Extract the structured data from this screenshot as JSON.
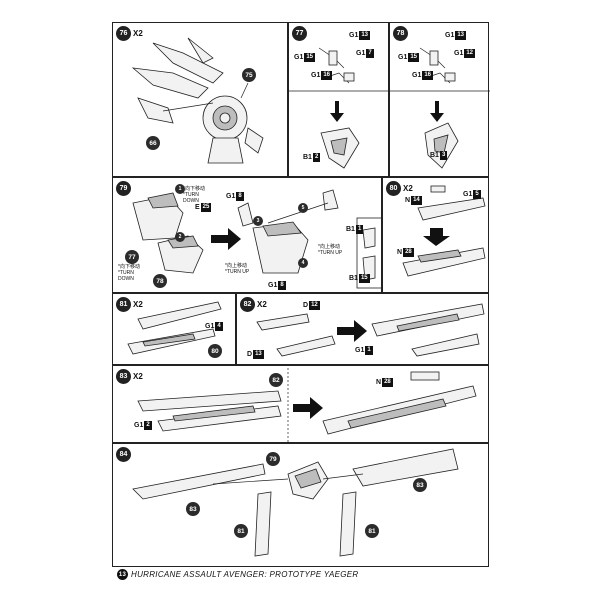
{
  "steps": {
    "s76": {
      "num": "76",
      "qty": "X2",
      "callouts": [
        "75",
        "66"
      ]
    },
    "s77": {
      "num": "77",
      "runners": [
        {
          "l": "G1",
          "n": "13"
        },
        {
          "l": "G1",
          "n": "7"
        },
        {
          "l": "G1",
          "n": "15"
        },
        {
          "l": "G1",
          "n": "16"
        },
        {
          "l": "B1",
          "n": "2"
        }
      ]
    },
    "s78": {
      "num": "78",
      "runners": [
        {
          "l": "G1",
          "n": "13"
        },
        {
          "l": "G1",
          "n": "12"
        },
        {
          "l": "G1",
          "n": "15"
        },
        {
          "l": "G1",
          "n": "16"
        },
        {
          "l": "B1",
          "n": "3"
        }
      ]
    },
    "s79": {
      "num": "79",
      "runners": [
        {
          "l": "E",
          "n": "25"
        },
        {
          "l": "G1",
          "n": "8"
        },
        {
          "l": "G1",
          "n": "8"
        },
        {
          "l": "B1",
          "n": "1"
        },
        {
          "l": "B1",
          "n": "15"
        }
      ],
      "callouts": [
        "77",
        "78"
      ],
      "notes": [
        "*向下移动 *TURN DOWN",
        "*向下移动 *TURN DOWN",
        "*向上移动 *TURN UP",
        "*向上移动 *TURN UP"
      ],
      "order": [
        "1",
        "2",
        "3",
        "4",
        "5"
      ]
    },
    "s80": {
      "num": "80",
      "qty": "X2",
      "runners": [
        {
          "l": "N",
          "n": "14"
        },
        {
          "l": "G1",
          "n": "5"
        },
        {
          "l": "N",
          "n": "28"
        }
      ]
    },
    "s81": {
      "num": "81",
      "qty": "X2",
      "runners": [
        {
          "l": "G1",
          "n": "4"
        }
      ],
      "callouts": [
        "80"
      ]
    },
    "s82": {
      "num": "82",
      "qty": "X2",
      "runners": [
        {
          "l": "D",
          "n": "12"
        },
        {
          "l": "D",
          "n": "13"
        },
        {
          "l": "G1",
          "n": "1"
        }
      ]
    },
    "s83": {
      "num": "83",
      "qty": "X2",
      "runners": [
        {
          "l": "G1",
          "n": "2"
        },
        {
          "l": "N",
          "n": "28"
        }
      ],
      "callouts": [
        "82"
      ]
    },
    "s84": {
      "num": "84",
      "callouts": [
        "79",
        "83",
        "83",
        "81",
        "81"
      ]
    }
  },
  "footer": {
    "page": "13",
    "title": "HURRICANE ASSAULT AVENGER: PROTOTYPE YAEGER"
  }
}
